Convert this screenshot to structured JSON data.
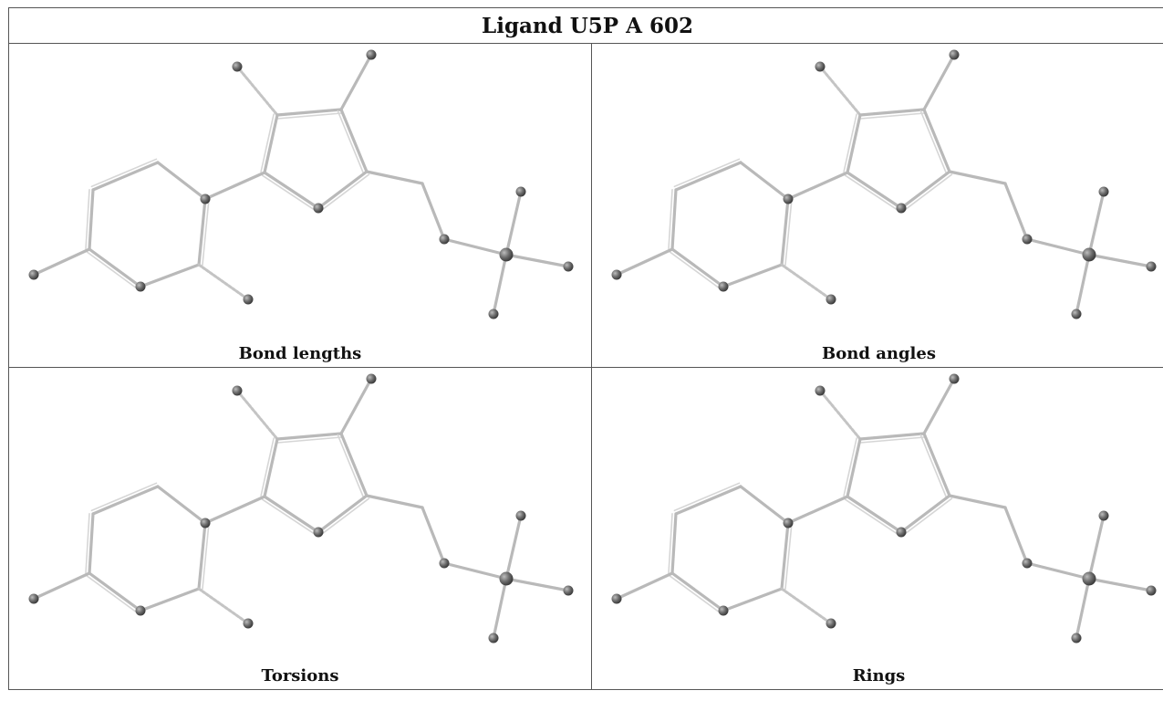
{
  "title": "Ligand U5P A 602",
  "panels": [
    {
      "caption": "Bond lengths"
    },
    {
      "caption": "Bond angles"
    },
    {
      "caption": "Torsions"
    },
    {
      "caption": "Rings"
    }
  ],
  "colors": {
    "bond": "#b9b9b9",
    "atom": "#6e6e6e",
    "border": "#555555"
  }
}
